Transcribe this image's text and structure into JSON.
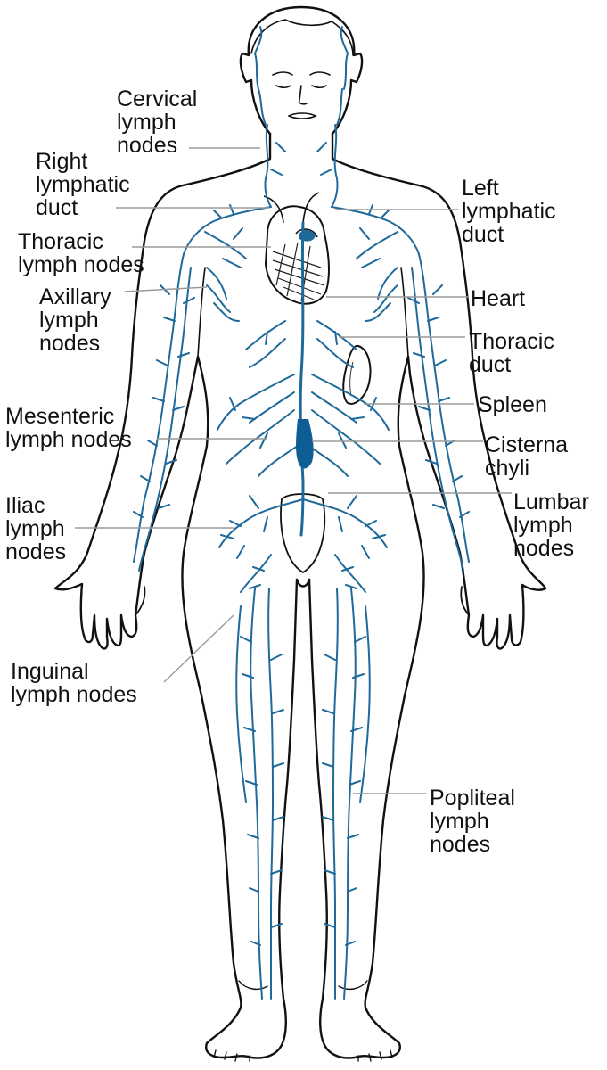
{
  "colors": {
    "outline": "#111111",
    "lymph_vessel": "#1f6a9a",
    "cisterna": "#0e5e93",
    "leader_line": "#9a9a9a",
    "background": "#ffffff"
  },
  "labels": {
    "cervical": [
      "Cervical",
      "lymph",
      "nodes"
    ],
    "right_lymphatic": [
      "Right",
      "lymphatic",
      "duct"
    ],
    "thoracic_nodes": [
      "Thoracic",
      "lymph nodes"
    ],
    "axillary": [
      "Axillary",
      "lymph",
      "nodes"
    ],
    "mesenteric": [
      "Mesenteric",
      "lymph nodes"
    ],
    "iliac": [
      "Iliac",
      "lymph",
      "nodes"
    ],
    "inguinal": [
      "Inguinal",
      "lymph nodes"
    ],
    "left_lymphatic": [
      "Left",
      "lymphatic",
      "duct"
    ],
    "heart": [
      "Heart"
    ],
    "thoracic_duct": [
      "Thoracic",
      "duct"
    ],
    "spleen": [
      "Spleen"
    ],
    "cisterna": [
      "Cisterna",
      "chyli"
    ],
    "lumbar": [
      "Lumbar",
      "lymph",
      "nodes"
    ],
    "popliteal": [
      "Popliteal",
      "lymph",
      "nodes"
    ]
  }
}
